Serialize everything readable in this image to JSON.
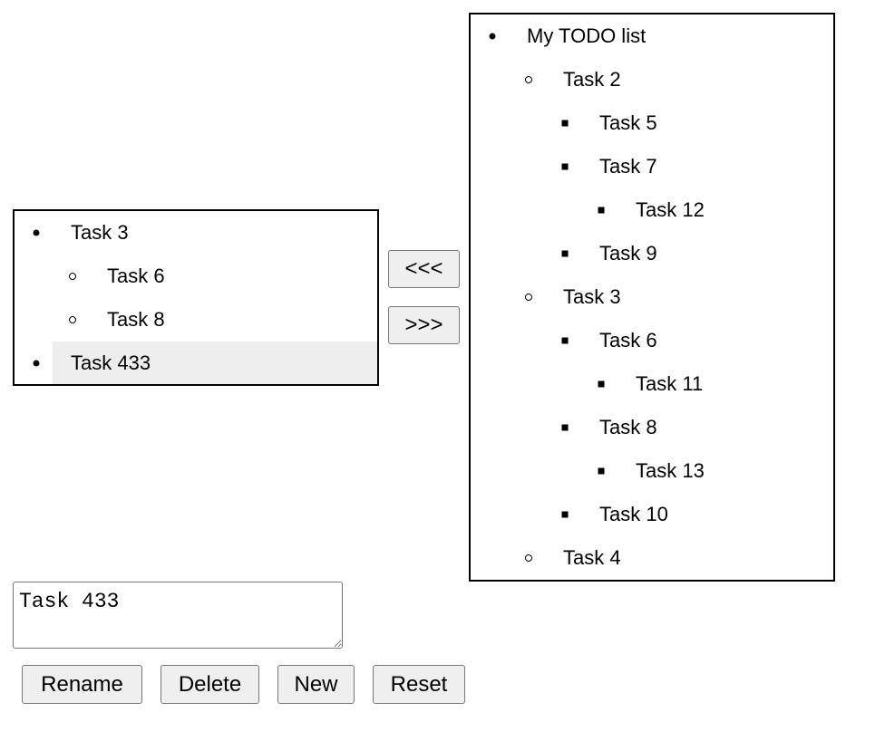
{
  "left_tree": {
    "items": [
      {
        "label": "Task 3",
        "level": 0,
        "selected": false
      },
      {
        "label": "Task 6",
        "level": 1,
        "selected": false
      },
      {
        "label": "Task 8",
        "level": 1,
        "selected": false
      },
      {
        "label": "Task 433",
        "level": 0,
        "selected": true
      }
    ]
  },
  "right_tree": {
    "items": [
      {
        "label": "My TODO list",
        "level": 0
      },
      {
        "label": "Task 2",
        "level": 1
      },
      {
        "label": "Task 5",
        "level": 2
      },
      {
        "label": "Task 7",
        "level": 2
      },
      {
        "label": "Task 12",
        "level": 3
      },
      {
        "label": "Task 9",
        "level": 2
      },
      {
        "label": "Task 3",
        "level": 1
      },
      {
        "label": "Task 6",
        "level": 2
      },
      {
        "label": "Task 11",
        "level": 3
      },
      {
        "label": "Task 8",
        "level": 2
      },
      {
        "label": "Task 13",
        "level": 3
      },
      {
        "label": "Task 10",
        "level": 2
      },
      {
        "label": "Task 4",
        "level": 1
      }
    ]
  },
  "move_buttons": {
    "left_label": "<<<",
    "right_label": ">>>"
  },
  "editor": {
    "value": "Task 433"
  },
  "actions": {
    "rename_label": "Rename",
    "delete_label": "Delete",
    "new_label": "New",
    "reset_label": "Reset"
  },
  "colors": {
    "selected_row": "#eeeeee",
    "button_bg": "#efefef",
    "button_border": "#767676"
  }
}
